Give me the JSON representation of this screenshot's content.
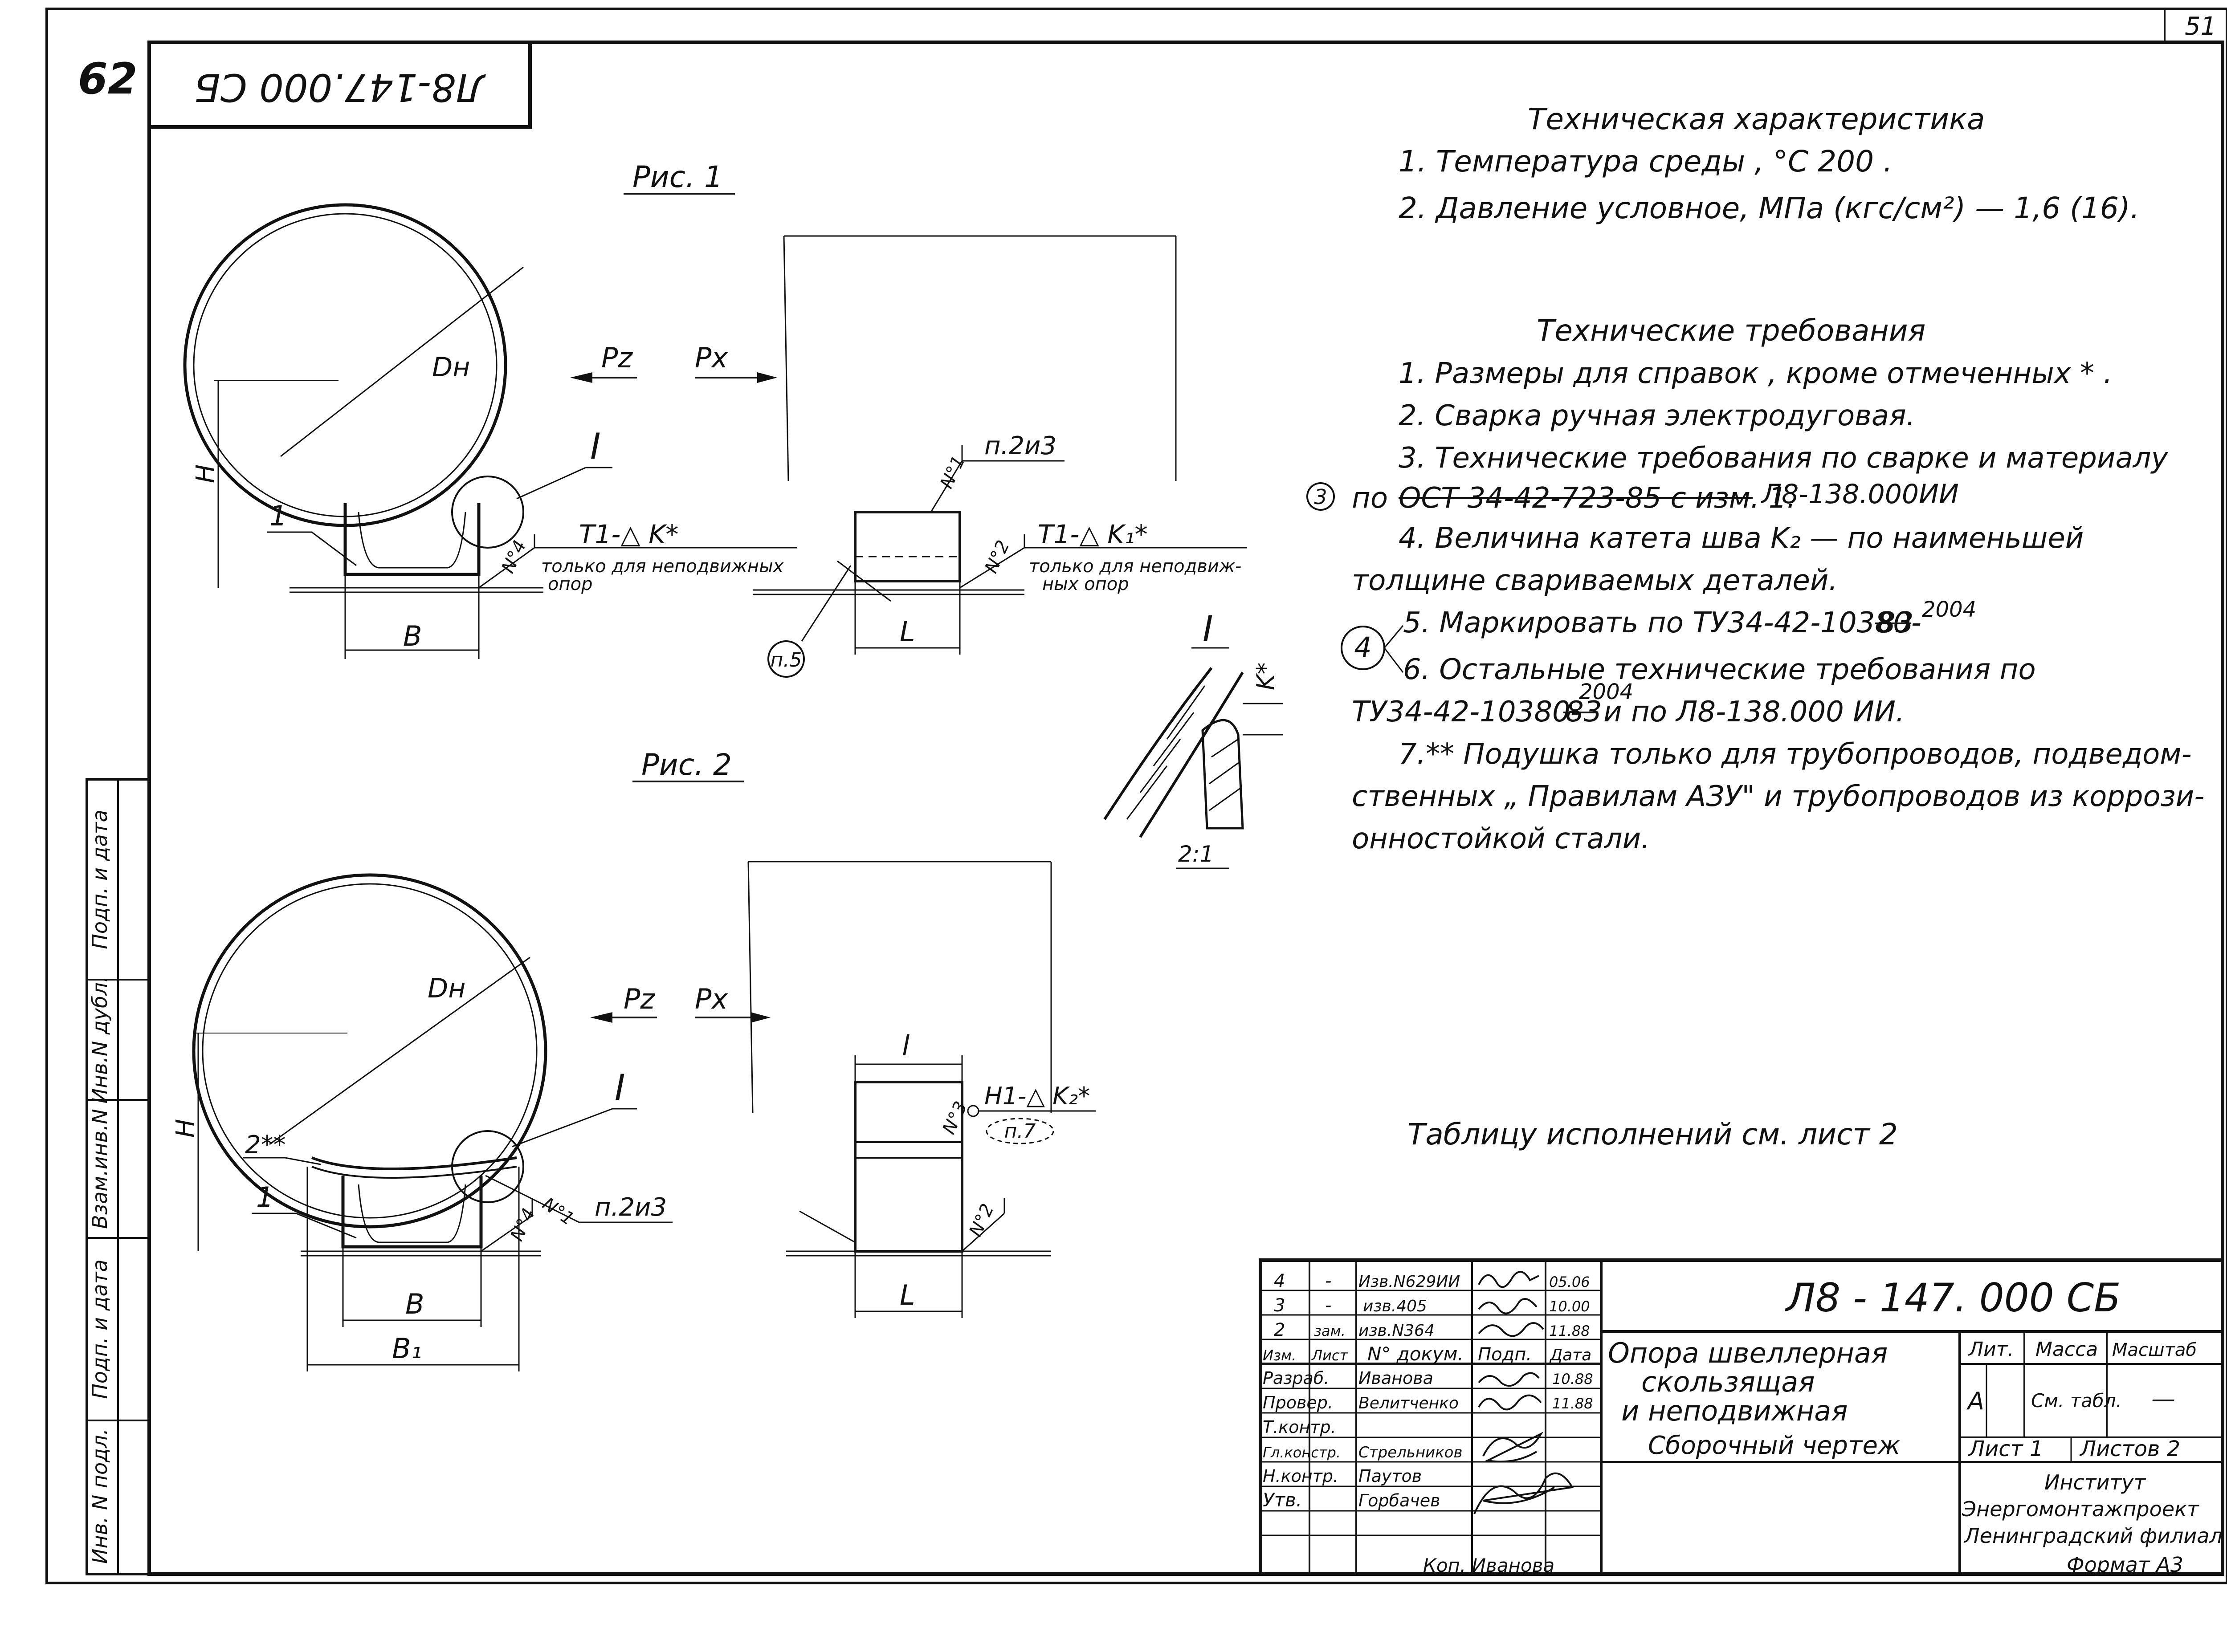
{
  "sheet": {
    "page_number": "51",
    "corner_number": "62",
    "rotated_code": "Л8-147.000 СБ",
    "side_labels": [
      "Инв. N подл.",
      "Подп. и дата",
      "Взам.инв.N",
      "Инв.N дубл.",
      "Подп. и дата"
    ],
    "copied_by": "Коп. Иванова",
    "format": "Формат А3"
  },
  "fig1": {
    "title": "Рис. 1",
    "dn": "Dн",
    "pz": "Pz",
    "px": "Px",
    "h": "H",
    "b": "B",
    "l": "L",
    "pos1": "1",
    "view": "I",
    "weld_left_no": "N°4",
    "weld_left": "T1-△ K*",
    "weld_left_note": "только для неподвижных",
    "weld_left_note2": "опор",
    "weld_right_no": "N°1",
    "weld_right_ref": "п.2и3",
    "weld_right_no2": "N°2",
    "weld_right": "T1-△ K₁*",
    "weld_right_note": "только для неподвиж-",
    "weld_right_note2": "ных опор",
    "callout": "п.5"
  },
  "fig2": {
    "title": "Рис. 2",
    "dn": "Dн",
    "pz": "Pz",
    "px": "Px",
    "h": "H",
    "b": "B",
    "b1": "B₁",
    "l_top": "l",
    "l": "L",
    "pos2": "2**",
    "pos1": "1",
    "view": "I",
    "weld_no1": "N°1",
    "weld_ref": "п.2и3",
    "weld_no4": "N°4",
    "weld_no3": "N°3",
    "weld_h1": "H1-△ K₂*",
    "weld_p7": "п.7",
    "weld_no2": "N°2"
  },
  "detail": {
    "view": "I",
    "k": "K*",
    "scale": "2:1"
  },
  "tech_char": {
    "heading": "Техническая характеристика",
    "line1": "1. Температура среды , °C    200 .",
    "line2": "2. Давление условное,  МПа (кгс/см²) — 1,6 (16)."
  },
  "tech_req": {
    "heading": "Технические требования",
    "r1": "1. Размеры для справок , кроме отмеченных * .",
    "r2": "2. Сварка ручная электродуговая.",
    "r3a": "3. Технические требования по сварке и материалу",
    "r3b_prefix": "по",
    "r3b_struck": "ОСТ 34-42-723-85 с изм. 1.",
    "r3b_new": "Л8-138.000ИИ",
    "r3_mark": "3",
    "r4a": "4. Величина катета шва K₂ — по наименьшей",
    "r4b": "толщине свариваемых деталей.",
    "r5_prefix": "5. Маркировать по ТУ34-42-10380-",
    "r5_struck": "83",
    "r5_new": "2004",
    "r45_mark": "4",
    "r6a": "6. Остальные технические требования по",
    "r6b_prefix": "ТУ34-42-10380-",
    "r6b_struck": "83",
    "r6b_new": "2004",
    "r6b_suffix": "и по Л8-138.000 ИИ.",
    "r7a": "7.** Подушка только для трубопроводов, подведом-",
    "r7b": "ственных „ Правилам АЗУ\" и трубопроводов из коррози-",
    "r7c": "онностойкой стали."
  },
  "table_note": "Таблицу исполнений   см. лист 2",
  "title_block": {
    "doc_code": "Л8 - 147. 000 СБ",
    "name_line1": "Опора швеллерная",
    "name_line2": "скользящая",
    "name_line3": "и неподвижная",
    "name_line4": "Сборочный чертеж",
    "lit_label": "Лит.",
    "mass_label": "Масса",
    "scale_label": "Масштаб",
    "lit_value": "А",
    "mass_value": "См. табл.",
    "scale_value": "—",
    "sheet_label": "Лист  1",
    "sheets_label": "Листов  2",
    "org_line1": "Институт",
    "org_line2": "Энергомонтажпроект",
    "org_line3": "Ленинградский филиал",
    "revisions": [
      {
        "izm": "4",
        "list": "-",
        "doc": "Изв.N629ИИ",
        "sign": "",
        "date": "05.06"
      },
      {
        "izm": "3",
        "list": "-",
        "doc": "изв.405",
        "sign": "",
        "date": "10.00"
      },
      {
        "izm": "2",
        "list": "зам.",
        "doc": "изв.N364",
        "sign": "",
        "date": "11.88"
      }
    ],
    "header_row": {
      "izm": "Изм.",
      "list": "Лист",
      "doc": "N° докум.",
      "sign": "Подп.",
      "date": "Дата"
    },
    "people": [
      {
        "role": "Разраб.",
        "name": "Иванова",
        "date": "10.88"
      },
      {
        "role": "Провер.",
        "name": "Велитченко",
        "date": "11.88"
      },
      {
        "role": "Т.контр.",
        "name": "",
        "date": ""
      },
      {
        "role": "Гл.констр.",
        "name": "Стрельников",
        "date": ""
      },
      {
        "role": "Н.контр.",
        "name": "Паутов",
        "date": ""
      },
      {
        "role": "Утв.",
        "name": "Горбачев",
        "date": ""
      }
    ]
  }
}
